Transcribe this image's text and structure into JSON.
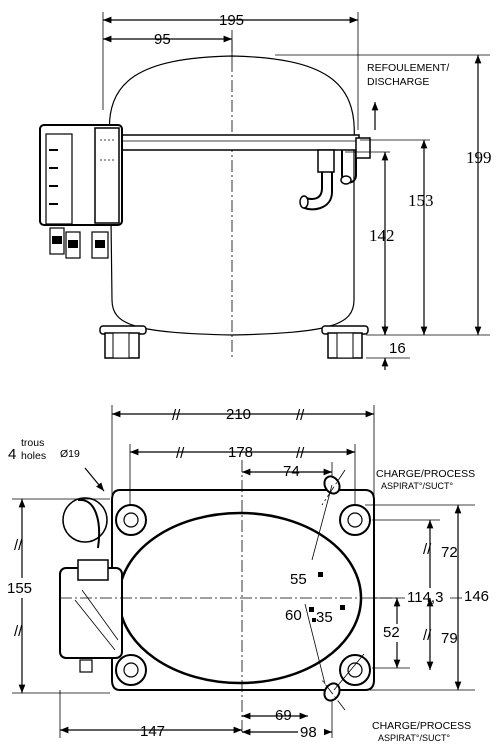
{
  "top_view": {
    "dims": {
      "width_total": "195",
      "width_half": "95",
      "height_total": "199",
      "height_discharge": "153",
      "height_suction": "142",
      "foot_height": "16"
    },
    "discharge_label_1": "REFOULEMENT/",
    "discharge_label_2": "DISCHARGE"
  },
  "bottom_view": {
    "dims": {
      "width_outer": "210",
      "width_holes": "178",
      "tube_offset": "74",
      "depth_total": "155",
      "hole_spacing_y": "146",
      "upper_offset": "72",
      "center_offset": "114,3",
      "lower_offset": "79",
      "lower_tube": "52",
      "left_distance": "147",
      "tube_x1": "69",
      "tube_x2": "98",
      "tube_a": "55",
      "tube_b": "60",
      "tube_c": "35"
    },
    "holes_note_count": "4",
    "holes_note_1": "trous",
    "holes_note_2": "holes",
    "holes_diameter": "Ø19",
    "charge_top_1": "CHARGE/PROCESS",
    "charge_top_2": "ASPIRAT°/SUCT°",
    "charge_bottom_1": "CHARGE/PROCESS",
    "charge_bottom_2": "ASPIRAT°/SUCT°"
  }
}
